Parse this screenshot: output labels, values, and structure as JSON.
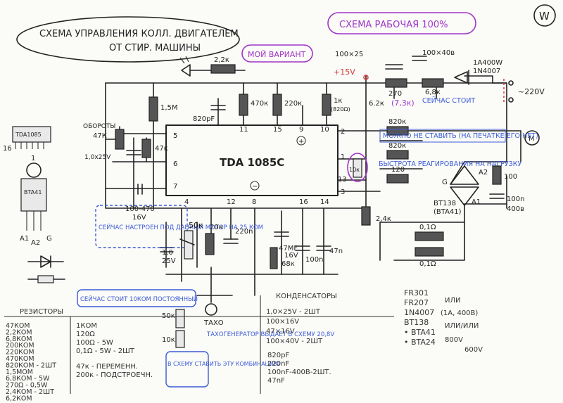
{
  "title": {
    "line1": "СХЕМА УПРАВЛЕНИЯ КОЛЛ. ДВИГАТЕЛЕМ",
    "line2": "ОТ СТИР. МАШИНЫ"
  },
  "badge": {
    "working": "СХЕМА РАБОЧАЯ 100%",
    "variant": "МОЙ ВАРИАНТ",
    "corner": "W"
  },
  "chip": {
    "name": "TDA 1085C",
    "pins": [
      "5",
      "6",
      "7",
      "4",
      "11",
      "15",
      "9",
      "10",
      "2",
      "1",
      "13",
      "3",
      "12",
      "8",
      "16",
      "14"
    ],
    "plus": "+",
    "minus": "−"
  },
  "labels": {
    "r_1m5": "1,5M",
    "c_820pf": "820pF",
    "r_470k": "470к",
    "r_220k": "220к",
    "r_1k": "1к",
    "r_1k_note": "(820Ω)",
    "r_2k2": "2,2к",
    "plus15": "+15V",
    "c_100x25": "100×25",
    "c_100x40": "100×40в",
    "r_270": "270",
    "r_6k8": "6,8к",
    "r_6k2": "6.2к",
    "r_6k2_note": "(7,3к)",
    "stand_now": "СЕЙЧАС СТОИТ",
    "diode": "1А400W",
    "diode2": "1N4007",
    "ac": "~220V",
    "r_820k": "820к",
    "can_omit": "МОЖНО НЕ СТАВИТЬ (НА ПЕЧАТКЕ ЕГО НЕТ)",
    "r_820k2": "820к",
    "r_10k": "10к",
    "fast": "БЫСТРОТА РЕАГИРОВАНИЯ НА НАГРУЗКУ",
    "r_120": "120",
    "a2": "A2",
    "g": "G",
    "a1": "A1",
    "bt138": "BT138",
    "bta41": "(BTA41)",
    "r_100": "100",
    "c_100n": "100n",
    "c_400v": "400в",
    "r_2k4": "2,4к",
    "r_01a": "0,1Ω",
    "r_01b": "0,1Ω",
    "motor": "M",
    "speed": "ОБОРОТЫ",
    "speed_pot": "47К",
    "c_1x25": "1,0x25V",
    "r_47k": "47к",
    "c_100_470": "100-470",
    "c_16v": "16V",
    "c_1x25b": "1,0",
    "c_25v": "25V",
    "tuned_note": "СЕЙЧАС НАСТРОЕН ПОД ДАННЫЙ МОТОР НА 25 КОМ",
    "pot_50k": "50к",
    "pot_20k": "20к",
    "c_220n": "220n",
    "c_47mf": "47MF",
    "c_47mf_v": "16V",
    "r_68k": "68к",
    "c_100n_b": "100n",
    "c_47n": "47n",
    "now_10k": "СЕЙЧАС СТОИТ 10КОМ ПОСТОЯННЫЙ",
    "pot_50k_b": "50к",
    "r_10k_b": "10к",
    "install_note": "В СХЕМУ СТАВИТЬ ЭТУ КОМБИНАЦИЮ",
    "taxo": "ТАХО",
    "taxo_note": "ТАХОГЕНЕРАТОР ВЫДАЕТ В СХЕМУ 20,8V",
    "ic_pkg": "TDA1085",
    "pkg_num_16": "16",
    "pkg_num_1": "1",
    "triac_pkg": "BTA41",
    "pin_a1": "A1",
    "pin_a2": "A2",
    "pin_g": "G"
  },
  "resistors": {
    "heading": "РЕЗИСТОРЫ",
    "col1": [
      "47КОМ",
      "2,2КОМ",
      "6,8КОМ",
      "200КОМ",
      "220КОМ",
      "470КОМ",
      "820КОМ - 2ШТ",
      "1,5МОМ",
      "6,8КОМ - 5W",
      "270Ω - 0,5W",
      "2,4КОМ - 2ШТ",
      "6,2КОМ"
    ],
    "col2": [
      "1КОМ",
      "120Ω",
      "100Ω - 5W",
      "0,1Ω - 5W - 2ШТ"
    ],
    "col3": [
      "47к - ПЕРЕМЕНН.",
      "200к - ПОДСТРОЕЧН."
    ]
  },
  "capacitors": {
    "heading": "КОНДЕНСАТОРЫ",
    "items": [
      "1,0×25V - 2ШТ",
      "100×16V",
      "47×16V",
      "100×40V - 2ШТ",
      "820pF",
      "220nF",
      "100nF-400В-2ШТ.",
      "47nF"
    ]
  },
  "parts": {
    "items": [
      "FR301",
      "FR207",
      "1N4007",
      "BT138",
      "• BTA41",
      "• BTA24"
    ],
    "or1": "ИЛИ",
    "rating1": "(1A, 400В)",
    "or2": "ИЛИ/ИЛИ",
    "v800": "800V",
    "v600": "600V"
  }
}
